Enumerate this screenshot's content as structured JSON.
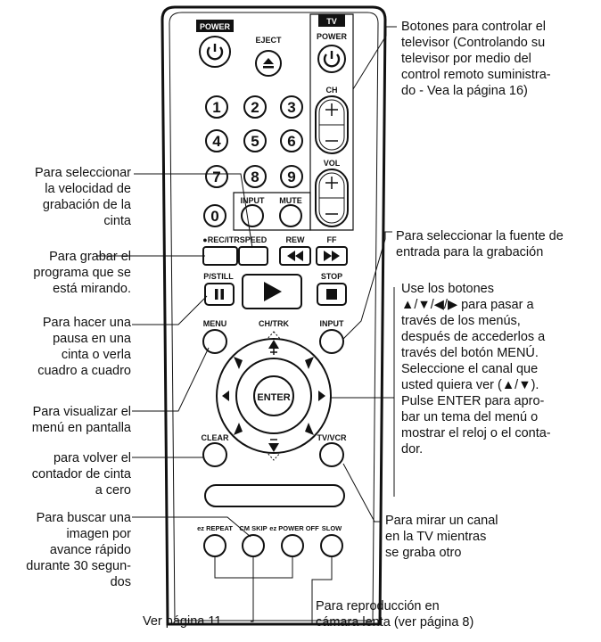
{
  "remote": {
    "power": "POWER",
    "eject": "EJECT",
    "tv_badge": "TV",
    "tv_power": "POWER",
    "ch": "CH",
    "vol": "VOL",
    "digits": [
      "1",
      "2",
      "3",
      "4",
      "5",
      "6",
      "7",
      "8",
      "9",
      "0"
    ],
    "input_top": "INPUT",
    "mute": "MUTE",
    "rec": "●REC/ITR",
    "speed": "SPEED",
    "rew": "REW",
    "ff": "FF",
    "pstill": "P/STILL",
    "stop": "STOP",
    "menu": "MENU",
    "chtrk": "CH/TRK",
    "input_right": "INPUT",
    "enter": "ENTER",
    "clear": "CLEAR",
    "tvvcr": "TV/VCR",
    "ez_repeat": "ez REPEAT",
    "cm_skip": "CM SKIP",
    "ez_poweroff": "ez POWER OFF",
    "slow": "SLOW"
  },
  "annotations": {
    "tv_control": "Botones para controlar el\ntelevisor (Controlando su\ntelevisor por medio del\ncontrol remoto suministra-\ndo - Vea la página 16)",
    "speed": "Para seleccionar\nla velocidad de\ngrabación de la\ncinta",
    "record": "Para grabar el\nprograma que se\nestá mirando.",
    "pause": "Para hacer una\npausa en una\ncinta o verla\ncuadro a cuadro",
    "menu": "Para visualizar el\nmenú en pantalla",
    "clear": "para volver el\ncontador de cinta\na cero",
    "cm_skip": "Para buscar una\nimagen por\navance rápido\ndurante 30 segun-\ndos",
    "see_page": "Ver página 11",
    "input": "Para seleccionar la fuente de\nentrada para la grabación",
    "arrows": "Use los botones\n▲/▼/◀/▶ para pasar a\ntravés de los menús,\ndespués de accederlos a\ntravés del botón MENÚ.\nSeleccione el canal que\nusted quiera ver (▲/▼).\nPulse ENTER para apro-\nbar un tema del menú o\nmostrar el reloj o el conta-\ndor.",
    "tvvcr": "Para mirar un canal\nen la TV mientras\nse graba otro",
    "slow": "Para reproducción en\ncámara lenta (ver página 8)"
  }
}
